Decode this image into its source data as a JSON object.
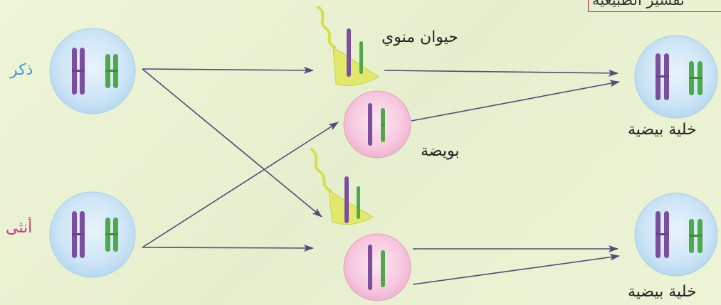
{
  "header": {
    "title": "تفسير الطبيعية"
  },
  "labels": {
    "male": "ذكر",
    "female": "أنثى",
    "sperm": "حيوان منوي",
    "egg": "بويضة",
    "zygote_top": "خلية بيضية",
    "zygote_bottom": "خلية بيضية"
  },
  "colors": {
    "purple_chromosome": "#7b4f9e",
    "green_chromosome": "#4fa84a",
    "blue_cell": "#cfe6f7",
    "pink_cell": "#f6c7de",
    "sperm_body": "#e1e86a",
    "arrow": "#4a4f7a",
    "male_text": "#3aa0d8",
    "female_text": "#d23a86"
  }
}
